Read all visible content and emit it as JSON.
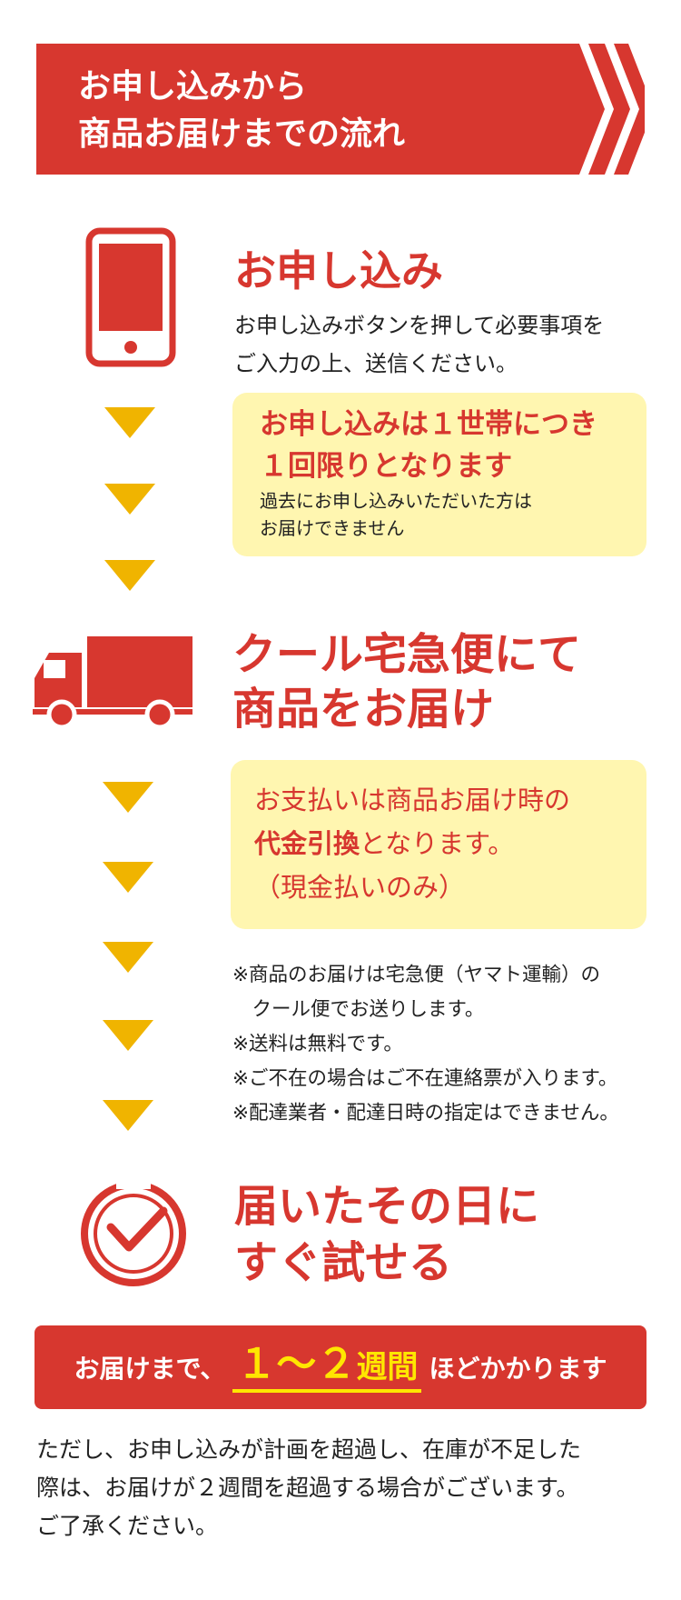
{
  "header": {
    "line1": "お申し込みから",
    "line2": "商品お届けまでの流れ"
  },
  "step1": {
    "icon": "smartphone-icon",
    "title": "お申し込み",
    "desc_line1": "お申し込みボタンを押して必要事項を",
    "desc_line2": "ご入力の上、送信ください。",
    "note_red_line1": "お申し込みは１世帯につき",
    "note_red_line2": "１回限りとなります",
    "note_small_line1": "過去にお申し込みいただいた方は",
    "note_small_line2": "お届けできません"
  },
  "step2": {
    "icon": "truck-icon",
    "title_line1": "クール宅急便にて",
    "title_line2": "商品をお届け",
    "note_line1": "お支払いは商品お届け時の",
    "note_line2_bold": "代金引換",
    "note_line2_rest": "となります。",
    "note_line3": "（現金払いのみ）",
    "notes": [
      "※商品のお届けは宅急便（ヤマト運輸）の",
      "　クール便でお送りします。",
      "※送料は無料です。",
      "※ご不在の場合はご不在連絡票が入ります。",
      "※配達業者・配達日時の指定はできません。"
    ]
  },
  "step3": {
    "icon": "clock-check-icon",
    "title_line1": "届いたその日に",
    "title_line2": "すぐ試せる"
  },
  "delivery": {
    "prefix": "お届けまで、",
    "highlight_num": "１〜２",
    "highlight_unit": "週間",
    "suffix": "ほどかかります"
  },
  "footer": {
    "line1": "ただし、お申し込みが計画を超過し、在庫が不足した",
    "line2": "際は、お届けが２週間を超過する場合がございます。",
    "line3": "ご了承ください。"
  },
  "colors": {
    "red": "#d7372f",
    "yellow_box": "#fff6b0",
    "arrow": "#f0b400",
    "highlight": "#ffe600"
  }
}
